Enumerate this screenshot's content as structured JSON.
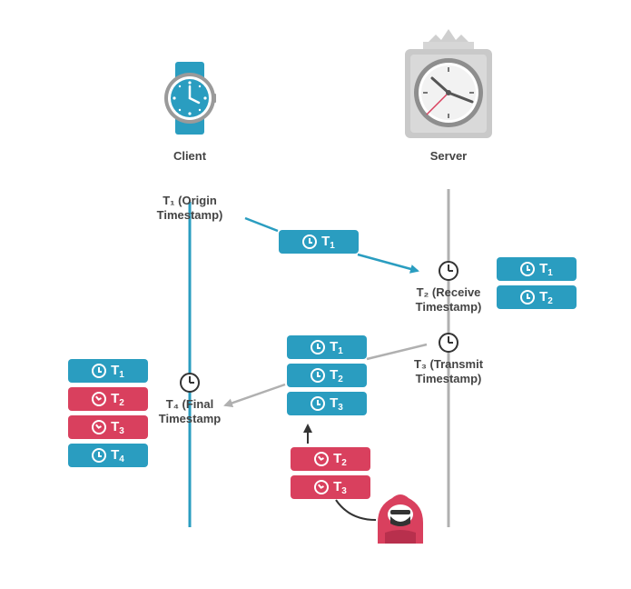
{
  "colors": {
    "blue": "#2a9dc0",
    "red": "#d9405e",
    "gray": "#b0b0b0",
    "text": "#444444"
  },
  "client": {
    "label": "Client",
    "icon": "wristwatch-icon"
  },
  "server": {
    "label": "Server",
    "icon": "wall-clock-icon"
  },
  "events": {
    "t1": {
      "line1": "T₁ (Origin",
      "line2": "Timestamp)"
    },
    "t2": {
      "line1": "T₂ (Receive",
      "line2": "Timestamp)"
    },
    "t3": {
      "line1": "T₃ (Transmit",
      "line2": "Timestamp)"
    },
    "t4": {
      "line1": "T₄ (Final",
      "line2": "Timestamp"
    }
  },
  "packets": {
    "request": [
      {
        "label": "T",
        "sub": "1",
        "color": "blue"
      }
    ],
    "server_received": [
      {
        "label": "T",
        "sub": "1",
        "color": "blue"
      },
      {
        "label": "T",
        "sub": "2",
        "color": "blue"
      }
    ],
    "server_response": [
      {
        "label": "T",
        "sub": "1",
        "color": "blue"
      },
      {
        "label": "T",
        "sub": "2",
        "color": "blue"
      },
      {
        "label": "T",
        "sub": "3",
        "color": "blue"
      }
    ],
    "attacker_injected": [
      {
        "label": "T",
        "sub": "2",
        "color": "red"
      },
      {
        "label": "T",
        "sub": "3",
        "color": "red"
      }
    ],
    "client_final": [
      {
        "label": "T",
        "sub": "1",
        "color": "blue"
      },
      {
        "label": "T",
        "sub": "2",
        "color": "red"
      },
      {
        "label": "T",
        "sub": "3",
        "color": "red"
      },
      {
        "label": "T",
        "sub": "4",
        "color": "blue"
      }
    ]
  },
  "attacker": {
    "icon": "hooded-attacker-icon"
  }
}
